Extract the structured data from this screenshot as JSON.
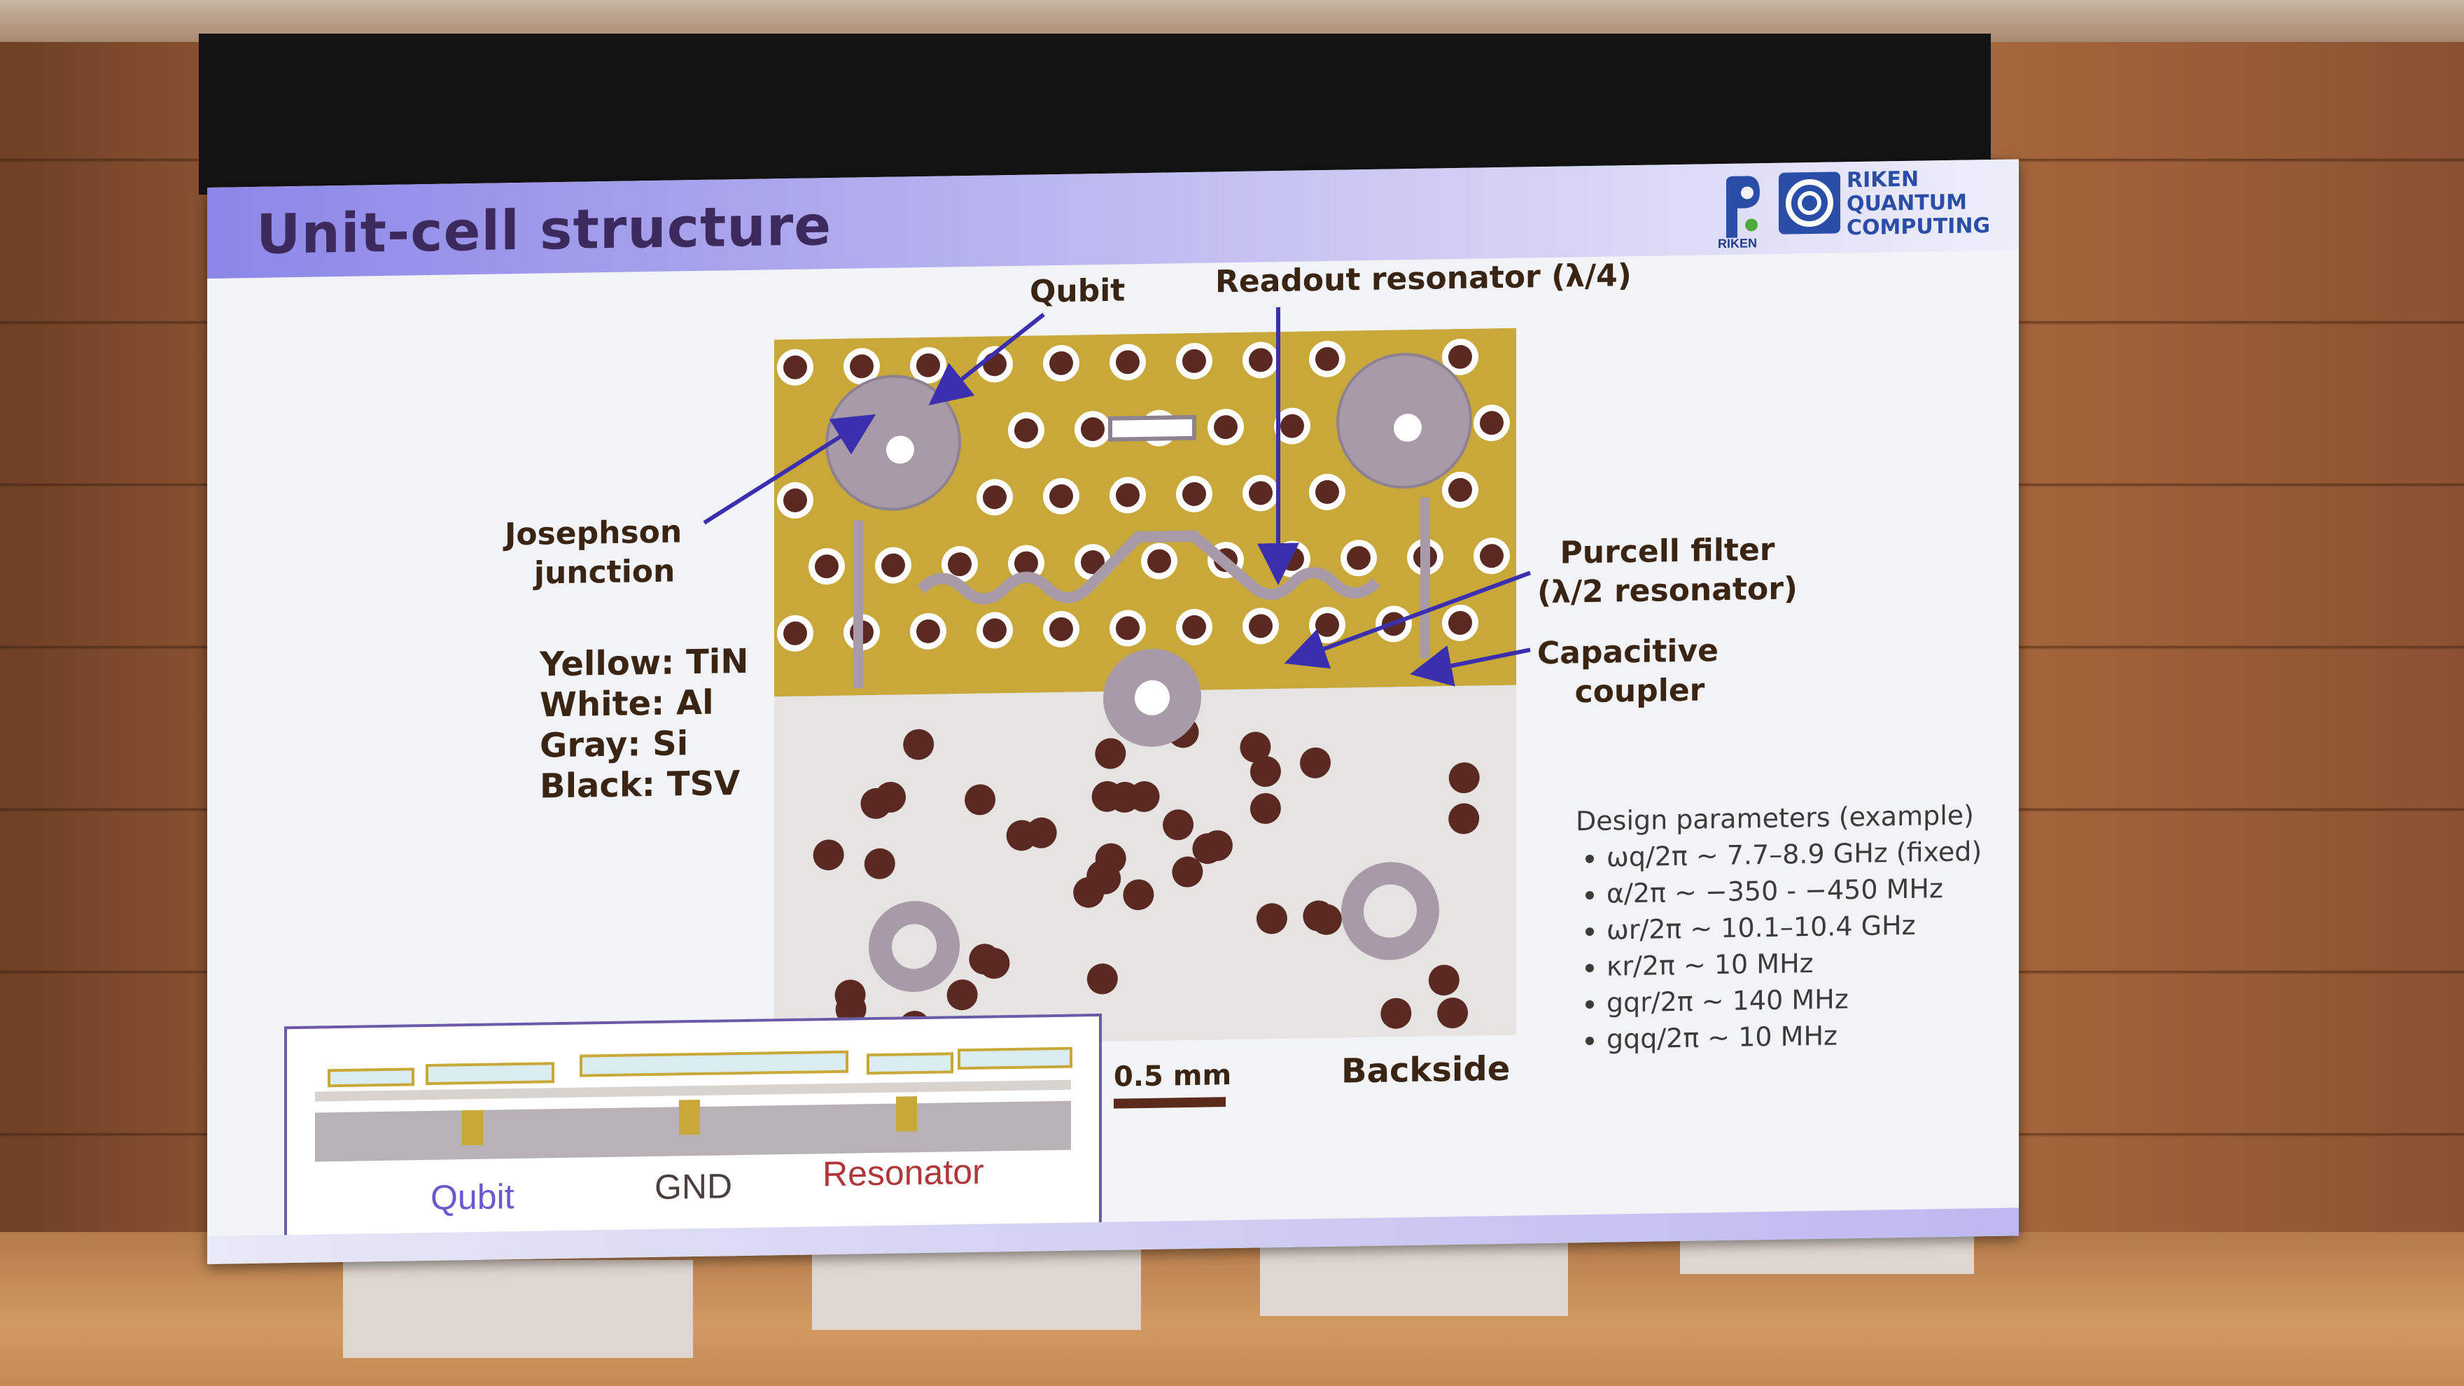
{
  "slide": {
    "title": "Unit-cell structure",
    "logo_riken_text": "RIKEN",
    "logo_rqc_lines": [
      "RIKEN",
      "QUANTUM",
      "COMPUTING"
    ]
  },
  "labels": {
    "qubit": "Qubit",
    "readout": "Readout resonator (λ/4)",
    "josephson_1": "Josephson",
    "josephson_2": "junction",
    "purcell_1": "Purcell filter",
    "purcell_2": "(λ/2 resonator)",
    "capacitive_1": "Capacitive",
    "capacitive_2": "coupler",
    "backside": "Backside",
    "scale": "0.5 mm"
  },
  "legend": [
    "Yellow: TiN",
    "White: Al",
    "Gray: Si",
    "Black: TSV"
  ],
  "params": {
    "heading": "Design parameters (example)",
    "items": [
      "ωq/2π ~ 7.7–8.9 GHz (fixed)",
      "α/2π ~ −350 - −450 MHz",
      "ωr/2π ~ 10.1–10.4 GHz",
      "κr/2π ~ 10 MHz",
      "gqr/2π ~ 140 MHz",
      "gqq/2π ~ 10 MHz"
    ]
  },
  "cross_section": {
    "qubit": "Qubit",
    "gnd": "GND",
    "resonator": "Resonator"
  },
  "colors": {
    "tin_yellow": "#c9a83a",
    "al_white": "#ffffff",
    "si_gray": "#a89aa6",
    "tsv_black": "#5a2a22",
    "title_gradient": "#8c86e8"
  }
}
